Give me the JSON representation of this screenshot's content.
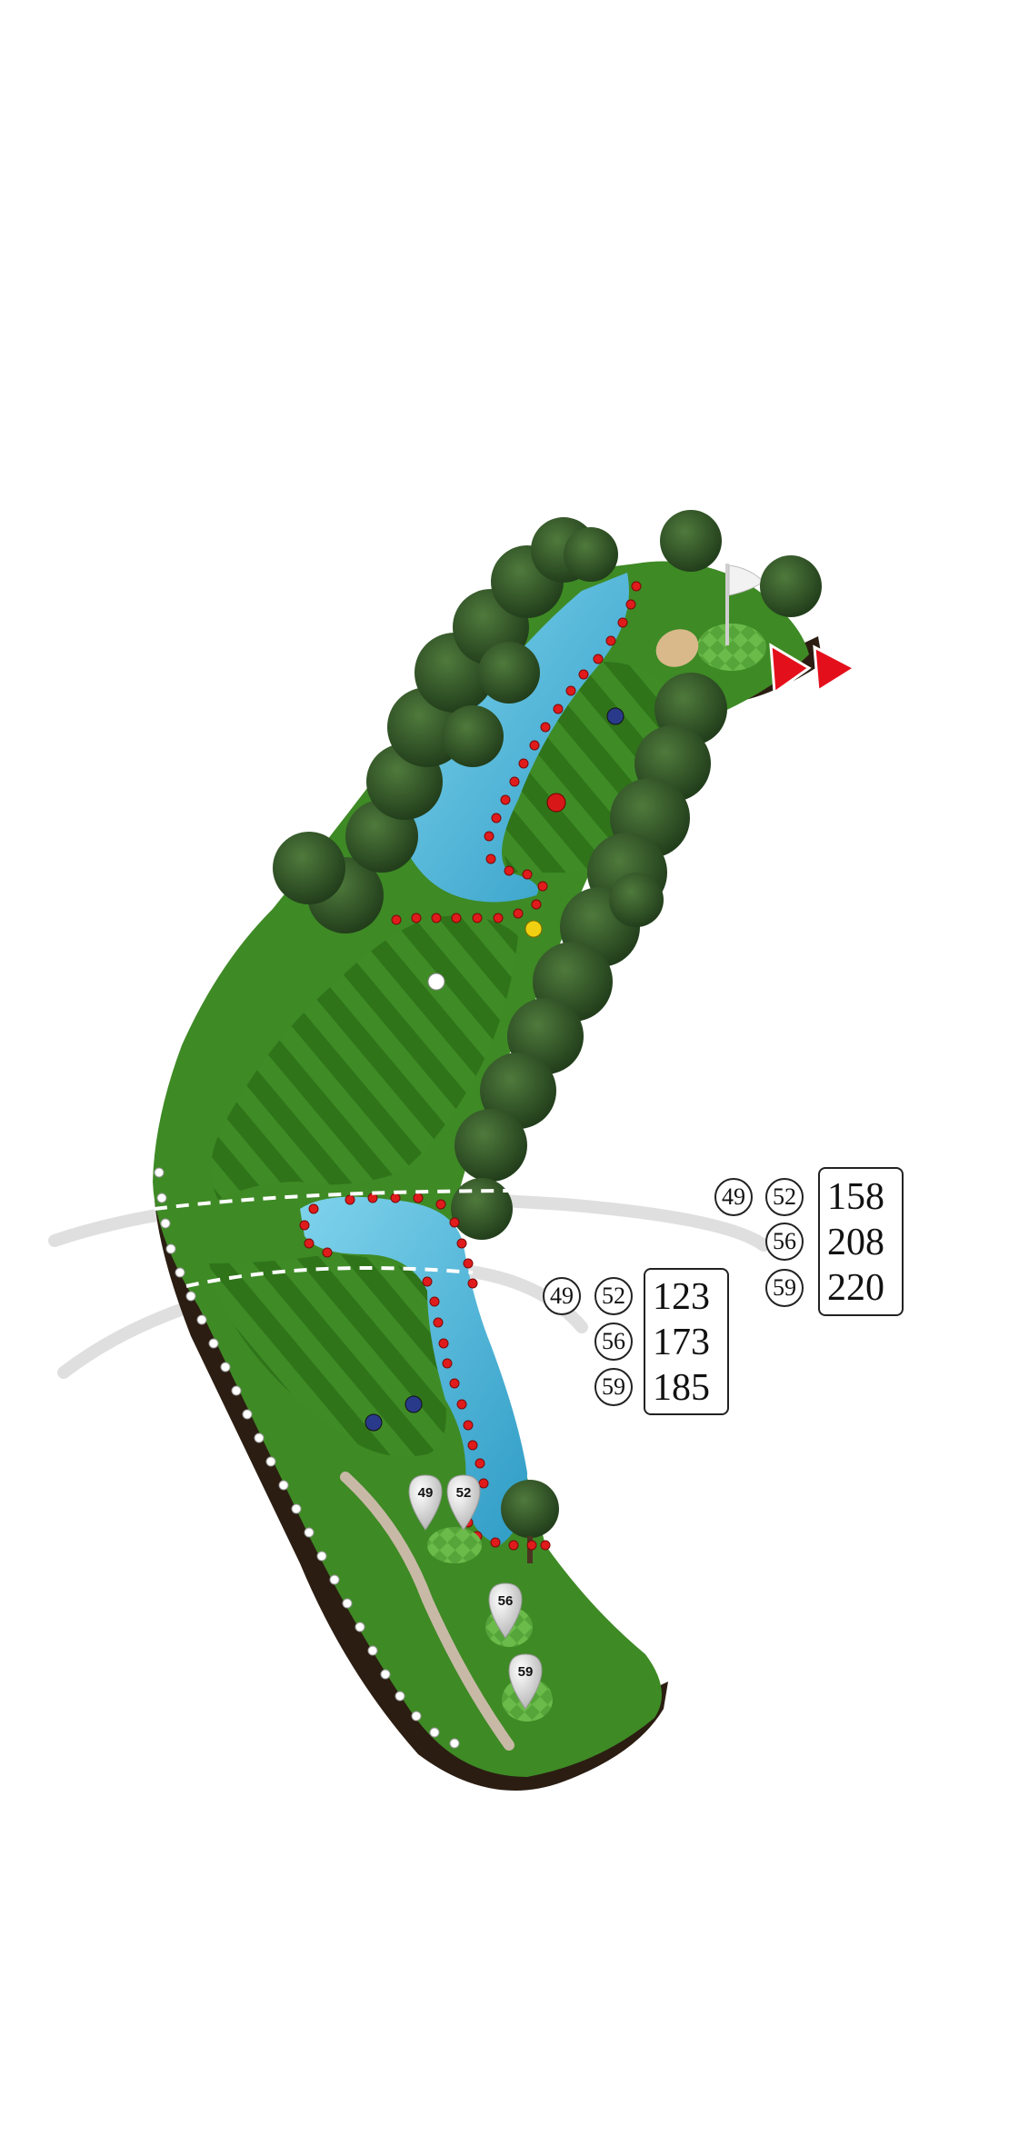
{
  "course": {
    "tees": [
      {
        "label": "49"
      },
      {
        "label": "52"
      },
      {
        "label": "56"
      },
      {
        "label": "59"
      }
    ],
    "colors": {
      "rough": "#3e8a25",
      "fairway_light": "#3f8c27",
      "fairway_dark": "#2f7419",
      "water": "#3fb3d8",
      "trees": "#2a4a22",
      "bunker": "#d9b98a",
      "hazard_stake": "#e01b1b",
      "ob_stake": "#ffffff",
      "flag_direction": "#e3101c",
      "marker_blue": "#2a3a8a",
      "marker_red": "#d81818",
      "marker_yellow": "#f0d010",
      "marker_white": "#ffffff"
    }
  },
  "yardage_near": {
    "tees_row1": [
      "49",
      "52"
    ],
    "tees_row2": [
      "56"
    ],
    "tees_row3": [
      "59"
    ],
    "values": [
      "123",
      "173",
      "185"
    ]
  },
  "yardage_far": {
    "tees_row1": [
      "49",
      "52"
    ],
    "tees_row2": [
      "56"
    ],
    "tees_row3": [
      "59"
    ],
    "values": [
      "158",
      "208",
      "220"
    ]
  }
}
